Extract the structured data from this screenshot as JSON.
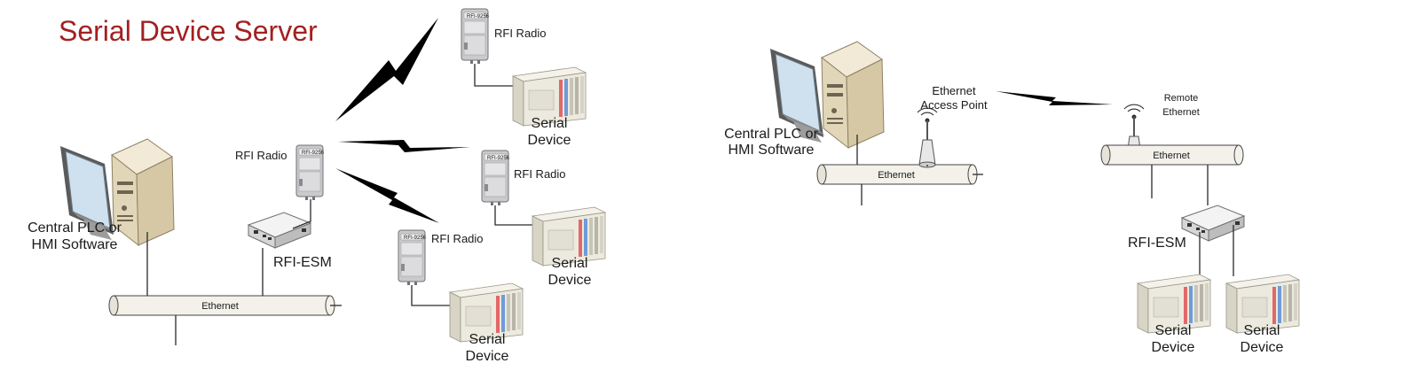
{
  "title": "Serial Device Server",
  "labels": {
    "central_left_1": "Central PLC or",
    "central_left_2": "HMI Software",
    "rfi_radio": "RFI Radio",
    "rfi_esm": "RFI-ESM",
    "ethernet": "Ethernet",
    "serial_1": "Serial",
    "serial_2": "Device",
    "central_right_1": "Central PLC or",
    "central_right_2": "HMI Software",
    "access_point_1": "Ethernet",
    "access_point_2": "Access Point",
    "remote_ethernet_1": "Remote",
    "remote_ethernet_2": "Ethernet",
    "radio_badge": "RFI-9256"
  },
  "colors": {
    "title": "#a32020",
    "pc_beige": "#e8dcc0",
    "screen": "#cfe0ee",
    "radio_body": "#c9c9cc",
    "plc_body": "#ece9df",
    "pipe": "#f3f1ea",
    "lightning": "#000000"
  }
}
